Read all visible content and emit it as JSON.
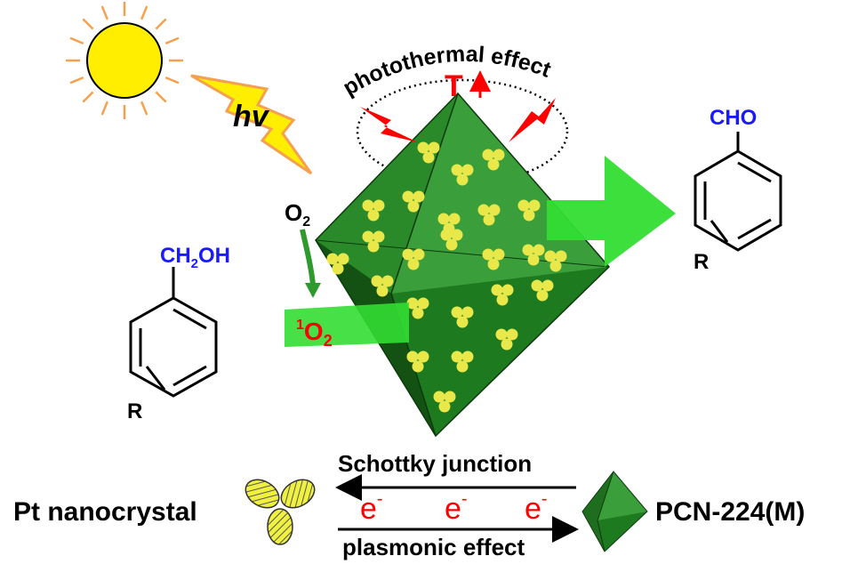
{
  "labels": {
    "hv": "hv",
    "photothermal": "photothermal effect",
    "temperature": "T",
    "o2": "O",
    "o2_sub": "2",
    "singlet_sup": "1",
    "singlet_o": "O",
    "singlet_sub": "2",
    "reactant_group_a": "CH",
    "reactant_group_sub": "2",
    "reactant_group_b": "OH",
    "reactant_r": "R",
    "product_group": "CHO",
    "product_r": "R",
    "pt": "Pt nanocrystal",
    "pcn": "PCN-224(M)",
    "schottky": "Schottky junction",
    "plasmonic": "plasmonic effect",
    "electron": "e",
    "electron_sup": "-"
  },
  "colors": {
    "sun": "#ffee00",
    "sun_rays": "#f5a050",
    "red": "#ff0000",
    "blue": "#1a1aff",
    "green_dark": "#1a6b1a",
    "green_mid": "#2e9a2e",
    "green_light": "#33dd33",
    "yellow": "#e8e84a"
  }
}
